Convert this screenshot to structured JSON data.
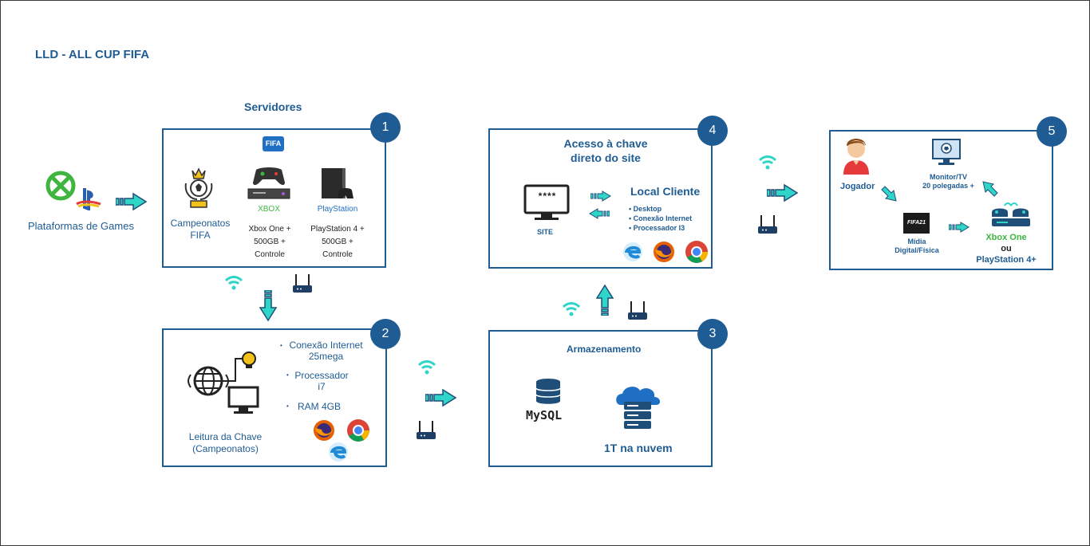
{
  "page_title": "LLD - ALL CUP FIFA",
  "platforms_label": "Plataformas de Games",
  "servers_title": "Servidores",
  "box1": {
    "badge": "1",
    "fifa_logo": "FIFA",
    "campeonatos": "Campeonatos\nFIFA",
    "xbox_label": "XBOX",
    "xbox_spec": "Xbox One +\n500GB +\nControle",
    "ps_label": "PlayStation",
    "ps_spec": "PlayStation 4 +\n500GB +\nControle"
  },
  "box2": {
    "badge": "2",
    "caption": "Leitura da Chave\n(Campeonatos)",
    "bullets": [
      "Conexão Internet\n25mega",
      "Processador\ni7",
      "RAM 4GB"
    ]
  },
  "box3": {
    "badge": "3",
    "title": "Armazenamento",
    "mysql": "MySQL",
    "cloud_label": "1T na nuvem"
  },
  "box4": {
    "badge": "4",
    "title": "Acesso à chave\ndireto do site",
    "site_password": "****",
    "site_label": "SITE",
    "local_title": "Local Cliente",
    "bullets": [
      "Desktop",
      "Conexão Internet",
      "Processador I3"
    ]
  },
  "box5": {
    "badge": "5",
    "jogador": "Jogador",
    "monitor": "Monitor/TV\n20 polegadas +",
    "fifa21": "FIFA21",
    "midia": "Mídia\nDigital/Física",
    "xbox_one": "Xbox One",
    "ou": "ou",
    "ps4": "PlayStation 4+"
  },
  "colors": {
    "primary": "#1f5c93",
    "arrow": "#2fd6c8",
    "xbox_green": "#3fb43f",
    "wifi": "#2fd6c8"
  }
}
